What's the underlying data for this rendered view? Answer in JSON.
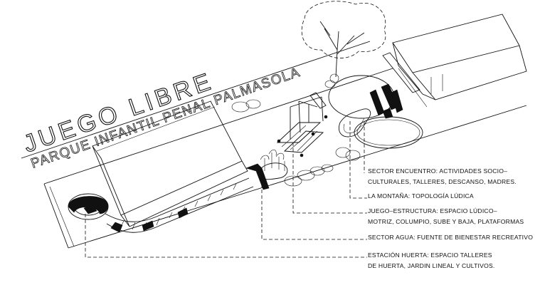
{
  "title": "JUEGO LIBRE",
  "subtitle": "PARQUE INFANTIL PENAL PALMASOLA",
  "annotations": [
    {
      "id": "sector-encuentro",
      "lines": [
        "SECTOR ENCUENTRO: ACTIVIDADES SOCIO–",
        "CULTURALES, TALLERES, DESCANSO, MADRES."
      ]
    },
    {
      "id": "la-montana",
      "lines": [
        "LA MONTAÑA: TOPOLOGÍA LÚDICA"
      ]
    },
    {
      "id": "juego-estructura",
      "lines": [
        "JUEGO–ESTRUCTURA: ESPACIO LÚDICO–",
        "MOTRIZ, COLUMPIO, SUBE Y BAJA, PLATAFORMAS"
      ]
    },
    {
      "id": "sector-agua",
      "lines": [
        "SECTOR AGUA: FUENTE DE BIENESTAR RECREATIVO"
      ]
    },
    {
      "id": "estacion-huerta",
      "lines": [
        "ESTACIÓN HUERTA: ESPACIO TALLERES",
        "DE HUERTA, JARDIN LINEAL Y CULTIVOS."
      ]
    }
  ]
}
